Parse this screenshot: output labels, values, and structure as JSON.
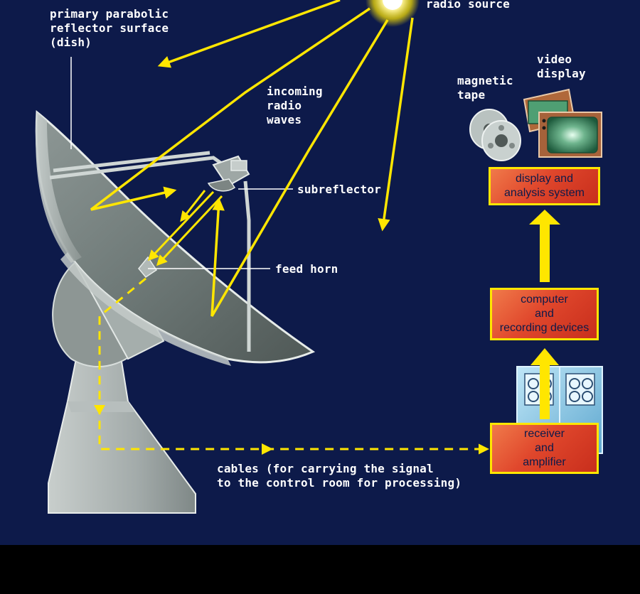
{
  "labels": {
    "radio_source": "radio source",
    "dish": "primary parabolic\nreflector surface\n(dish)",
    "incoming_waves": "incoming\nradio\nwaves",
    "subreflector": "subreflector",
    "feed_horn": "feed horn",
    "cables": "cables (for carrying the signal\nto the control room for processing)",
    "magnetic_tape": "magnetic\ntape",
    "video_display": "video\ndisplay"
  },
  "boxes": {
    "display_analysis": "display and\nanalysis system",
    "computer": "computer\nand\nrecording devices",
    "receiver": "receiver\nand\namplifier"
  },
  "colors": {
    "background": "#0d1a4a",
    "arrow": "#ffe600",
    "box_fill": "#e0472c",
    "text": "#ffffff"
  }
}
